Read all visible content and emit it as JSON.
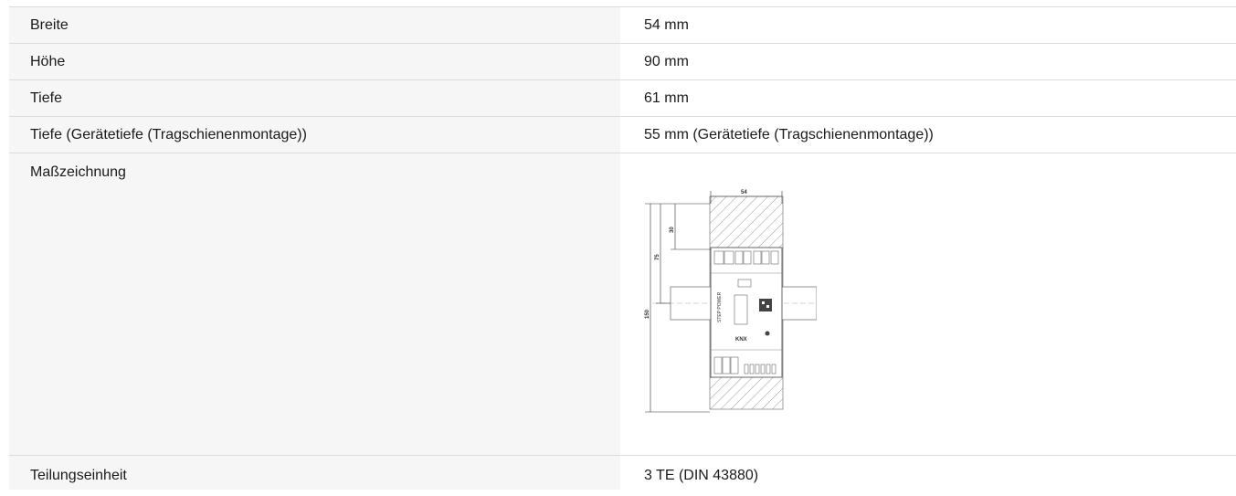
{
  "rows": [
    {
      "label": "Breite",
      "value": "54 mm"
    },
    {
      "label": "Höhe",
      "value": "90 mm"
    },
    {
      "label": "Tiefe",
      "value": "61 mm"
    },
    {
      "label": "Tiefe (Gerätetiefe (Tragschienenmontage))",
      "value": "55 mm (Gerätetiefe (Tragschienenmontage))"
    },
    {
      "label": "Maßzeichnung"
    },
    {
      "label": "Teilungseinheit",
      "value": "3 TE (DIN 43880)"
    }
  ],
  "drawing": {
    "dim_width": "54",
    "dim_height_total": "150",
    "dim_height_75": "75",
    "dim_height_30": "30",
    "device_name": "STEP POWER",
    "brand_logo": "KNX"
  }
}
